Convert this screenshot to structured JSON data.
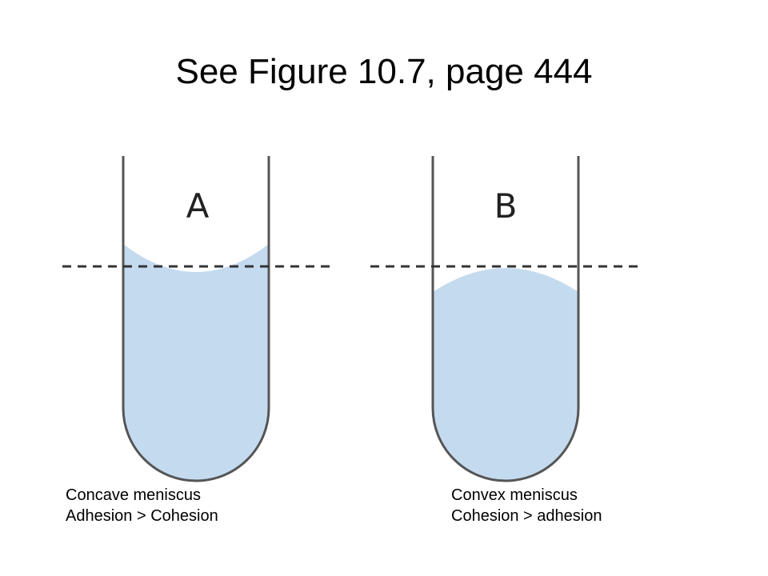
{
  "title": "See Figure 10.7, page 444",
  "tubes": [
    {
      "letter": "A",
      "meniscus_type": "concave",
      "caption_line1": "Concave meniscus",
      "caption_line2": "Adhesion > Cohesion"
    },
    {
      "letter": "B",
      "meniscus_type": "convex",
      "caption_line1": "Convex meniscus",
      "caption_line2": "Cohesion > adhesion"
    }
  ],
  "colors": {
    "liquid": "#c4dbef",
    "glass": "#555555",
    "reference_line": "#333333"
  }
}
